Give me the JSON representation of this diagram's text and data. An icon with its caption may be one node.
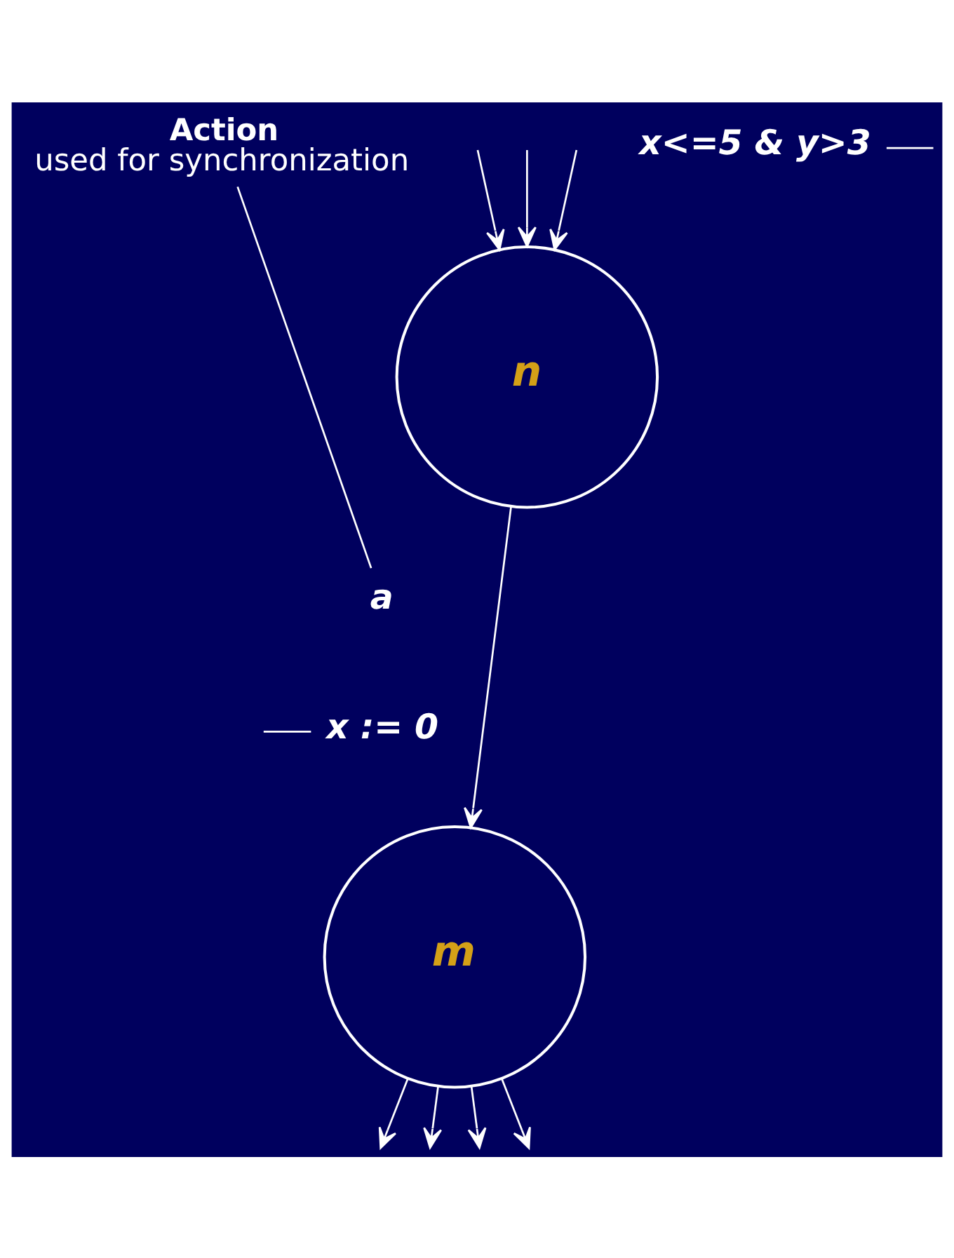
{
  "diagram": {
    "nodes": [
      {
        "text": [
          "n"
        ]
      },
      {
        "text": [
          "Action",
          "used for synchronization"
        ]
      },
      {
        "text": [
          "x<=5 & y>3"
        ]
      },
      {
        "text": [
          "a"
        ]
      },
      {
        "text": [
          "x := 0"
        ]
      },
      {
        "text": [
          "m"
        ]
      }
    ],
    "edges": [
      {
        "from": null,
        "to": 0,
        "arrow": "to"
      },
      {
        "from": null,
        "to": 0,
        "arrow": "to"
      },
      {
        "from": null,
        "to": 0,
        "arrow": "to"
      },
      {
        "from": 0,
        "to": 5,
        "arrow": "to"
      },
      {
        "from": null,
        "to": 2,
        "arrow": "none"
      },
      {
        "from": 1,
        "to": 3,
        "arrow": "none"
      },
      {
        "from": null,
        "to": 4,
        "arrow": "none"
      },
      {
        "from": 5,
        "to": null,
        "arrow": "to"
      },
      {
        "from": 5,
        "to": null,
        "arrow": "to"
      },
      {
        "from": 5,
        "to": null,
        "arrow": "to"
      },
      {
        "from": 5,
        "to": null,
        "arrow": "to"
      }
    ]
  }
}
